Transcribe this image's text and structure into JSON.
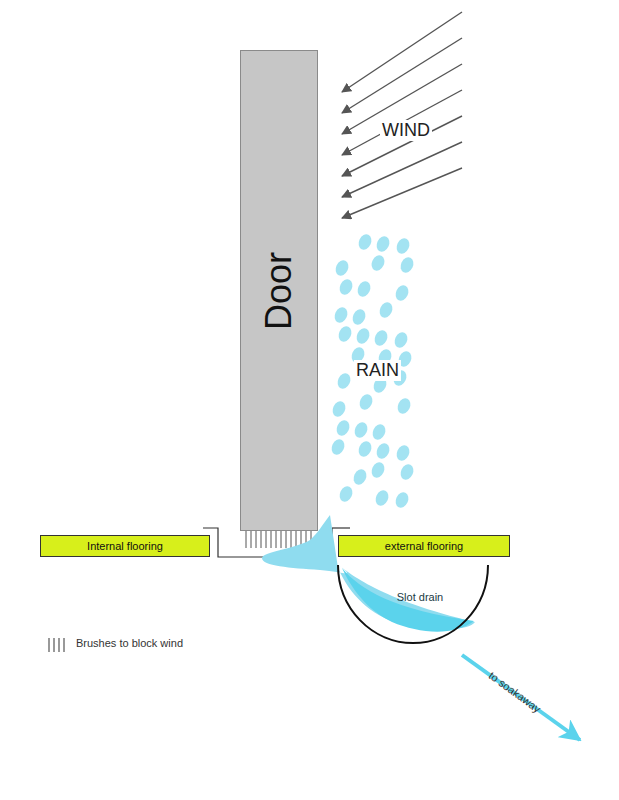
{
  "diagram": {
    "nodes": [
      {
        "text": [
          "Door"
        ]
      },
      {
        "text": [
          "Internal flooring"
        ]
      },
      {
        "text": [
          "external flooring"
        ]
      },
      {
        "text": [
          "Slot drain"
        ]
      }
    ],
    "labels": [
      "WIND",
      "RAIN",
      "to soakaway"
    ],
    "legend": [
      {
        "text": "Brushes to block wind"
      }
    ]
  }
}
